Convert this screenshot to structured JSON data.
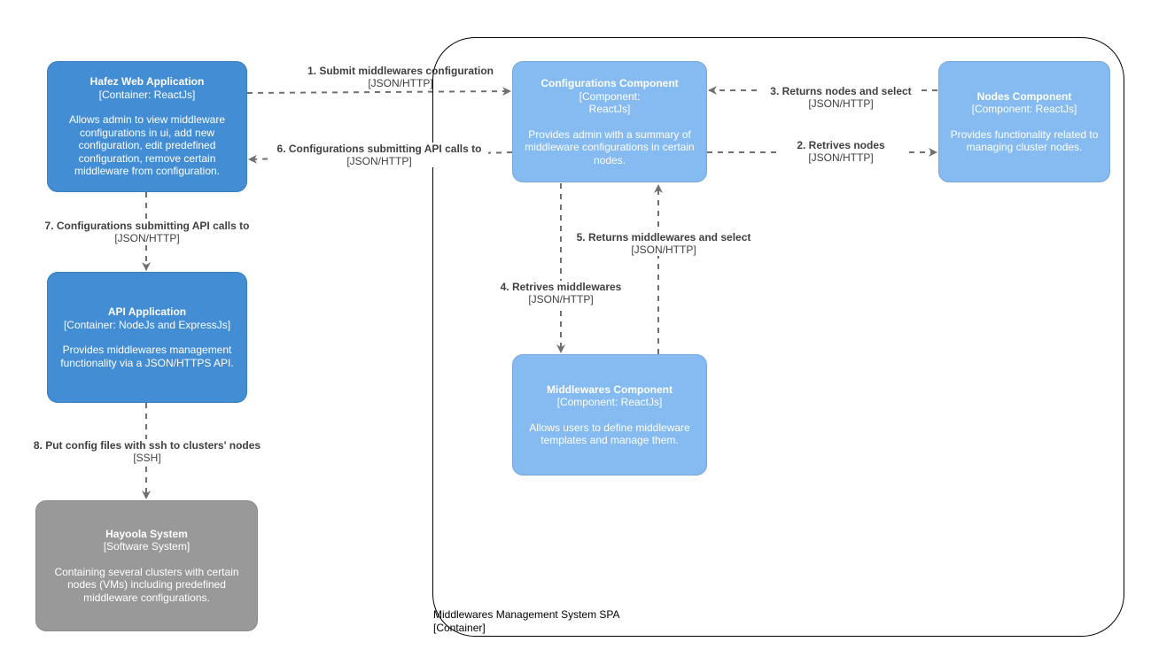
{
  "colors": {
    "web_app": "#438dd5",
    "component": "#85bbf0",
    "software_system": "#999999",
    "edge": "#707070",
    "text_light": "#ffffff",
    "edge_label": "#404040"
  },
  "boundary": {
    "name": "Middlewares Management System SPA",
    "type": "[Container]"
  },
  "nodes": {
    "web_app": {
      "title": "Hafez Web Application",
      "type": "[Container: ReactJs]",
      "description": "Allows admin to view middleware configurations in ui, add new configuration, edit predefined configuration, remove certain middleware from configuration."
    },
    "api_app": {
      "title": "API Application",
      "type": "[Container: NodeJs and ExpressJs]",
      "description": "Provides middlewares management functionality via a JSON/HTTPS API."
    },
    "hayoola": {
      "title": "Hayoola System",
      "type": "[Software System]",
      "description": "Containing several clusters with certain nodes (VMs) including predefined middleware configurations."
    },
    "configurations": {
      "title": "Configurations Component",
      "type_line1": "[Component:",
      "type_line2": "ReactJs]",
      "description": "Provides admin with a summary of middleware configurations in certain nodes."
    },
    "nodes_component": {
      "title": "Nodes Component",
      "type": "[Component: ReactJs]",
      "description": "Provides functionality related to managing cluster nodes."
    },
    "middlewares": {
      "title": "Middlewares Component",
      "type": "[Component: ReactJs]",
      "description": "Allows users to define middleware templates and manage them."
    }
  },
  "edges": [
    {
      "id": "e1",
      "label": "1. Submit middlewares configuration",
      "tech": "[JSON/HTTP]"
    },
    {
      "id": "e2",
      "label": "2. Retrives nodes",
      "tech": "[JSON/HTTP]"
    },
    {
      "id": "e3",
      "label": "3. Returns nodes and select",
      "tech": "[JSON/HTTP]"
    },
    {
      "id": "e4",
      "label": "4. Retrives middlewares",
      "tech": "[JSON/HTTP]"
    },
    {
      "id": "e5",
      "label": "5. Returns middlewares and select",
      "tech": "[JSON/HTTP]"
    },
    {
      "id": "e6",
      "label": "6. Configurations submitting API calls to",
      "tech": "[JSON/HTTP]"
    },
    {
      "id": "e7",
      "label": "7. Configurations submitting API calls to",
      "tech": "[JSON/HTTP]"
    },
    {
      "id": "e8",
      "label": "8. Put config files with ssh to clusters' nodes",
      "tech": "[SSH]"
    }
  ]
}
